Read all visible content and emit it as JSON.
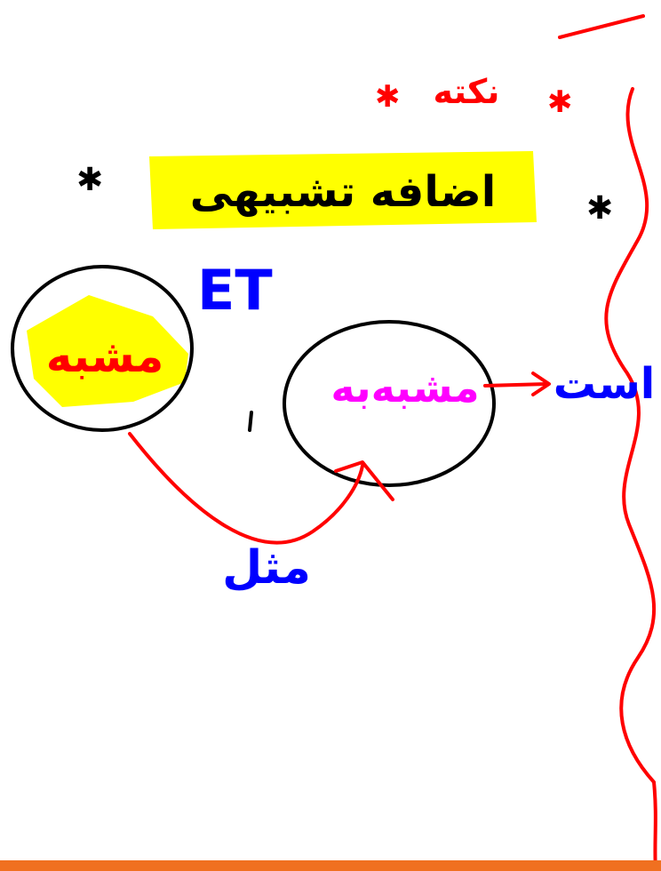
{
  "note": {
    "text": "نکته",
    "color": "#ff0000"
  },
  "title": {
    "text": "اضافه تشبیهی",
    "highlight_color": "#ffff00",
    "ink_color": "#000000"
  },
  "et": {
    "text": "ET",
    "color": "#0000ff"
  },
  "left_circle": {
    "text": "مشبه",
    "color": "#ff0000",
    "highlight_color": "#ffff00"
  },
  "right_circle": {
    "text": "مشبه‌به",
    "color": "#ff00ff"
  },
  "ast": {
    "text": "است",
    "color": "#0000ff"
  },
  "mesl": {
    "text": "مثل",
    "color": "#0000ff"
  },
  "colors": {
    "red": "#ff0000",
    "blue": "#0000ff",
    "black": "#000000",
    "orange": "#f07020"
  }
}
